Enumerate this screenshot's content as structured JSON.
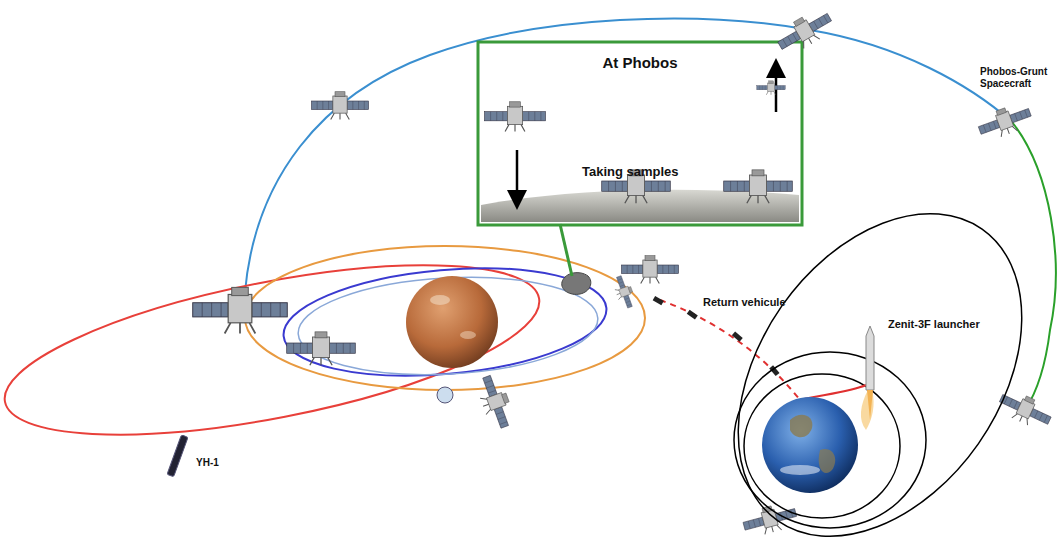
{
  "diagram": {
    "nodes": [
      {
        "text": [
          "At Phobos",
          "Taking samples"
        ]
      }
    ],
    "labels": [
      "Phobos-Grunt Spacecraft",
      "Return vehicule",
      "Zenit-3F launcher",
      "YH-1"
    ]
  }
}
